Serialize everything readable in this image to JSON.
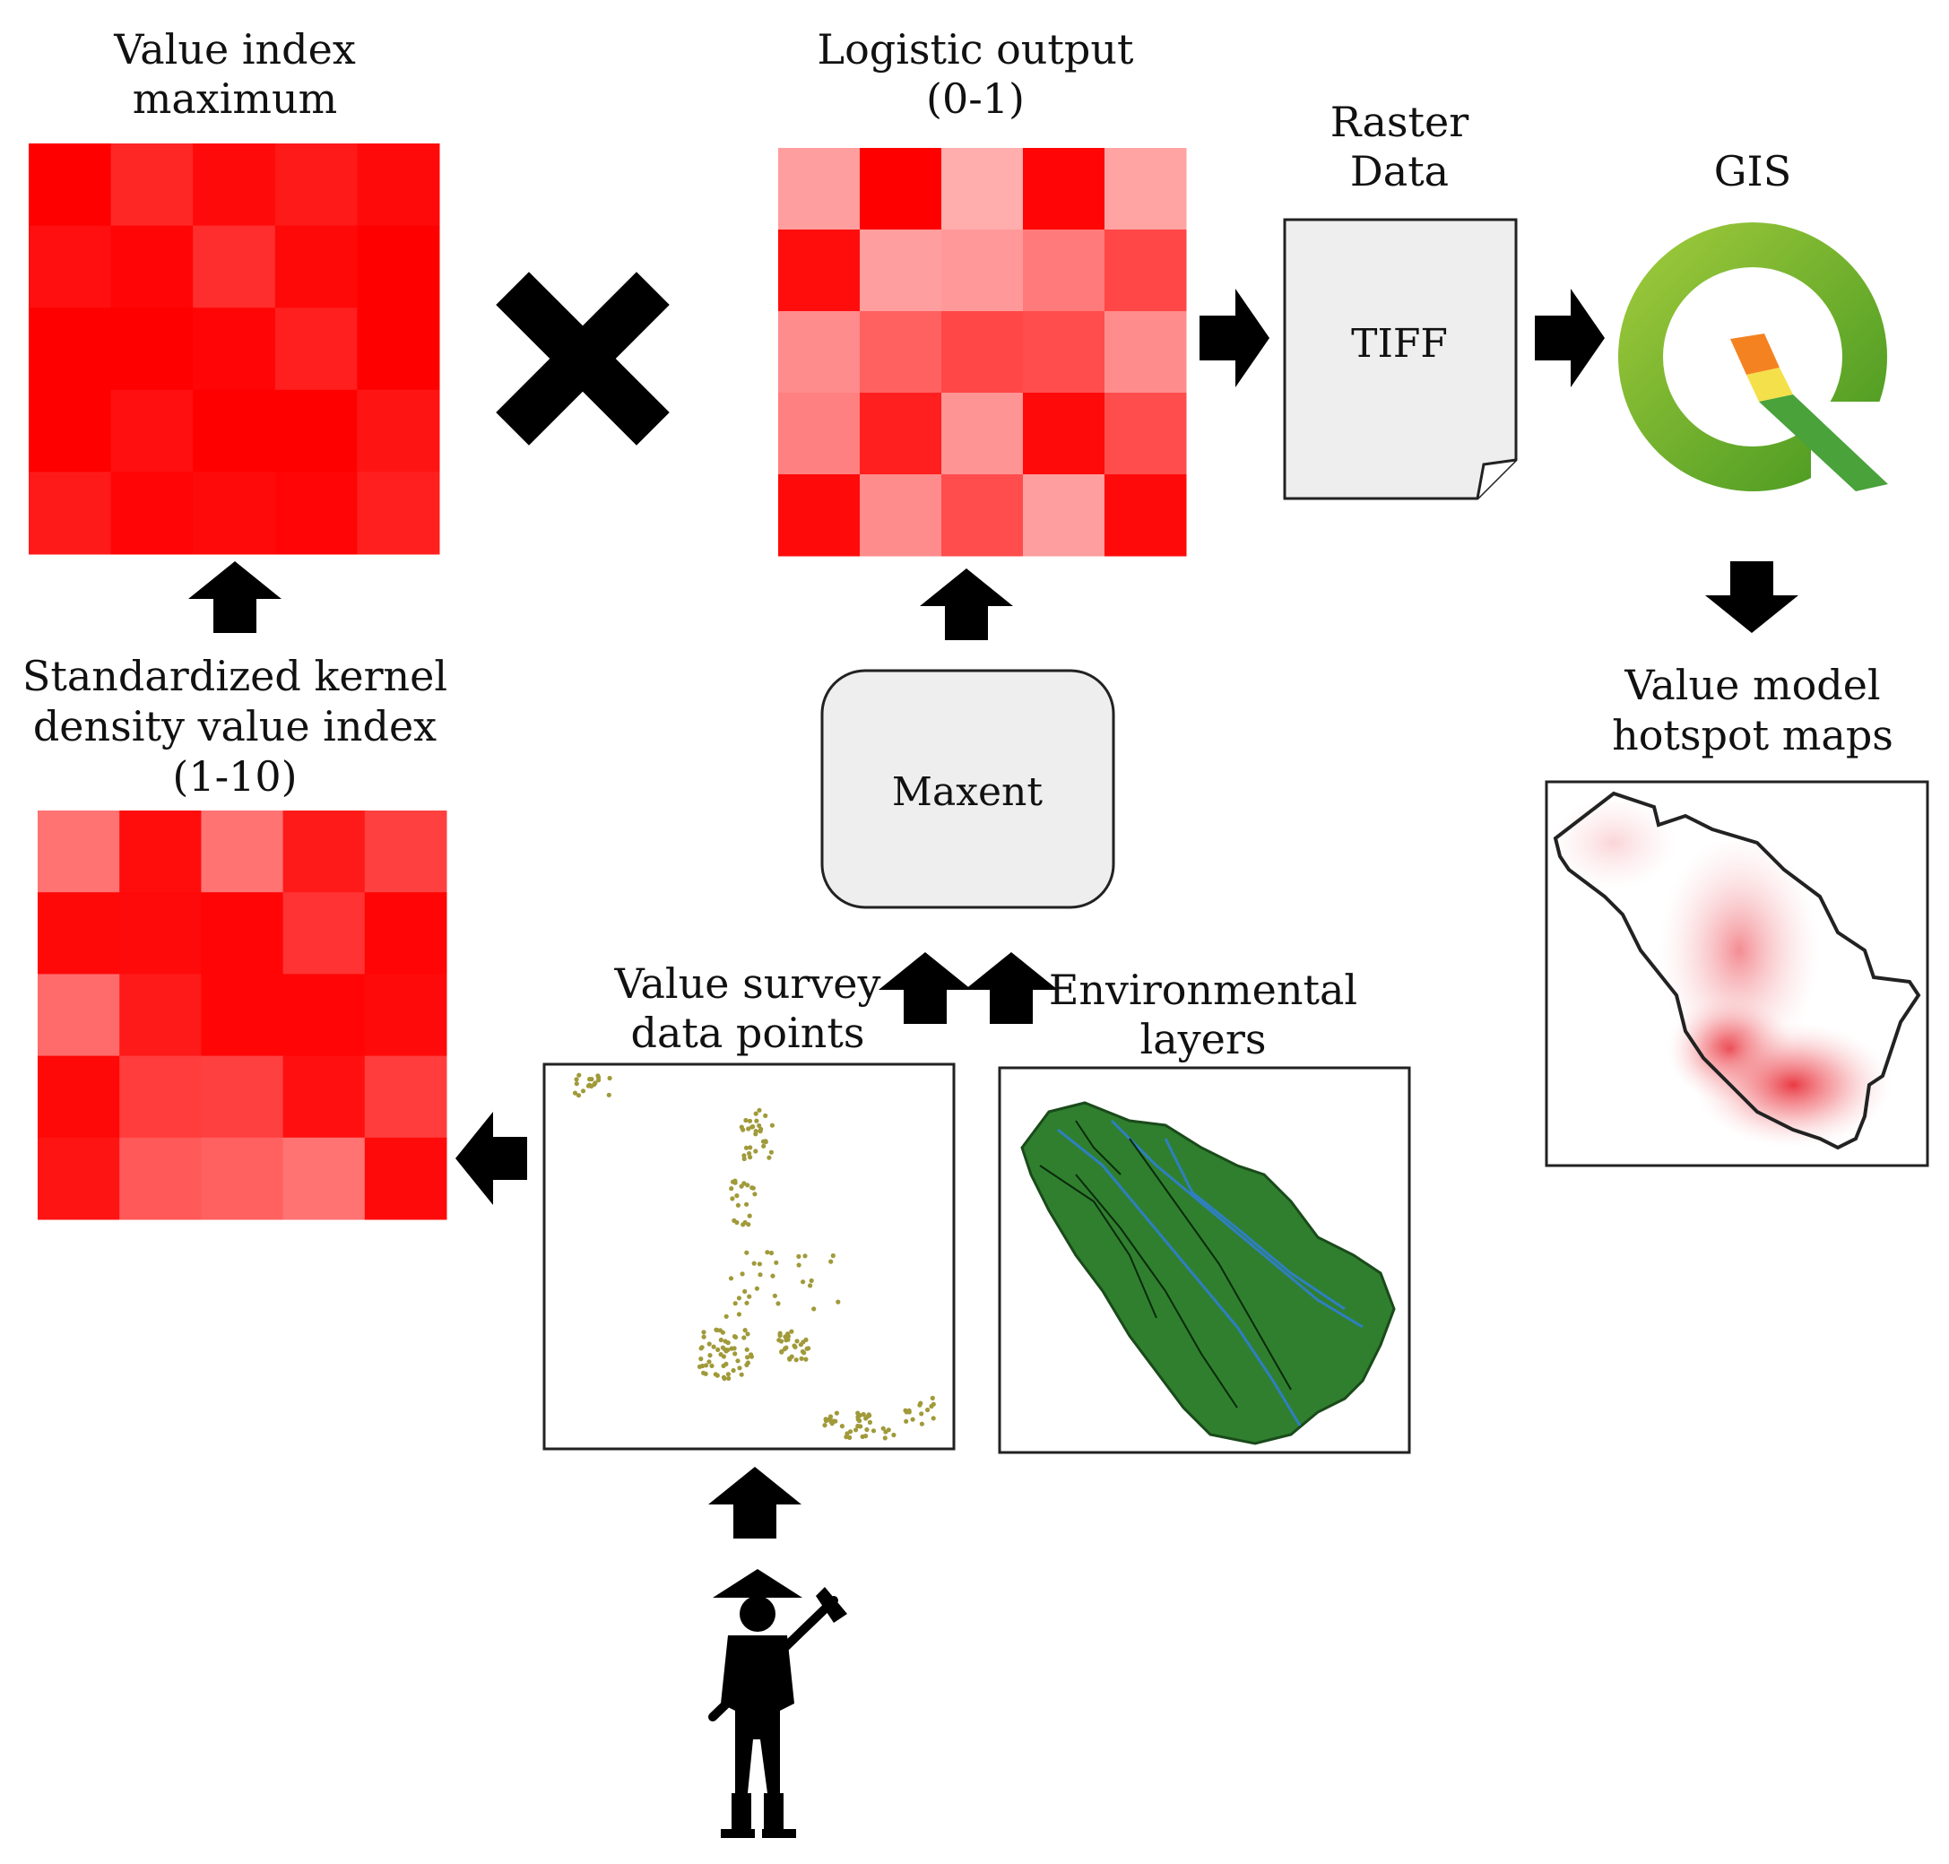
{
  "labels": {
    "value_index_maximum": [
      "Value index",
      "maximum"
    ],
    "logistic_output": [
      "Logistic output",
      "(0-1)"
    ],
    "raster_data": [
      "Raster",
      "Data"
    ],
    "gis": "GIS",
    "standardized_kde": [
      "Standardized kernel",
      "density value index",
      "(1-10)"
    ],
    "maxent": "Maxent",
    "tiff": "TIFF",
    "value_survey": [
      "Value survey",
      "data points"
    ],
    "environmental_layers": [
      "Environmental",
      "layers"
    ],
    "hotspot_maps": [
      "Value model",
      "hotspot maps"
    ]
  },
  "colors": {
    "arrow": "#000000",
    "heat_base": "#ff0000",
    "survey_points": "#a09a3a",
    "map_green": "#2f7f2f",
    "qgis_green": "#7ab52a"
  },
  "grids": {
    "value_index_maximum": [
      [
        0.0,
        0.15,
        0.04,
        0.1,
        0.04
      ],
      [
        0.06,
        0.02,
        0.18,
        0.03,
        0.0
      ],
      [
        0.0,
        0.0,
        0.02,
        0.12,
        0.0
      ],
      [
        0.0,
        0.06,
        0.0,
        0.0,
        0.08
      ],
      [
        0.1,
        0.02,
        0.04,
        0.02,
        0.12
      ]
    ],
    "logistic_output": [
      [
        0.62,
        0.0,
        0.68,
        0.02,
        0.64
      ],
      [
        0.05,
        0.62,
        0.6,
        0.48,
        0.28
      ],
      [
        0.55,
        0.38,
        0.28,
        0.3,
        0.55
      ],
      [
        0.5,
        0.12,
        0.58,
        0.04,
        0.3
      ],
      [
        0.04,
        0.55,
        0.3,
        0.62,
        0.04
      ]
    ],
    "standardized_kde": [
      [
        0.45,
        0.05,
        0.45,
        0.1,
        0.25
      ],
      [
        0.03,
        0.04,
        0.02,
        0.2,
        0.02
      ],
      [
        0.42,
        0.1,
        0.02,
        0.02,
        0.04
      ],
      [
        0.03,
        0.24,
        0.25,
        0.06,
        0.24
      ],
      [
        0.08,
        0.35,
        0.38,
        0.45,
        0.04
      ]
    ]
  }
}
